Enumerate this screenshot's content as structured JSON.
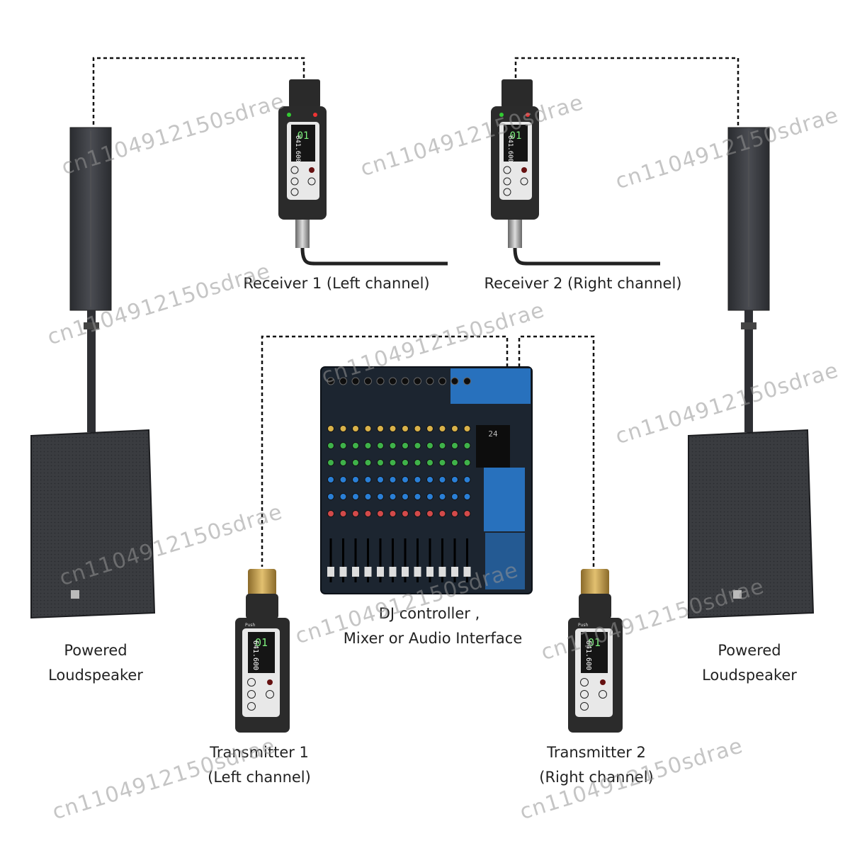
{
  "labels": {
    "receiver1": "Receiver 1 (Left channel)",
    "receiver2": "Receiver 2 (Right channel)",
    "mixer_line1": "DJ controller ,",
    "mixer_line2": "Mixer or Audio Interface",
    "speaker_left_line1": "Powered",
    "speaker_left_line2": "Loudspeaker",
    "speaker_right_line1": "Powered",
    "speaker_right_line2": "Loudspeaker",
    "transmitter1_line1": "Transmitter 1",
    "transmitter1_line2": "(Left channel)",
    "transmitter2_line1": "Transmitter 2",
    "transmitter2_line2": "(Right channel)"
  },
  "device_screen": {
    "receiver_channel": "01",
    "receiver_freq": "641.600",
    "transmitter_channel": "01",
    "transmitter_freq": "641.600",
    "transmitter_top": "Push"
  },
  "mixer_display": "24",
  "watermark": "cn1104912150sdrae",
  "colors": {
    "connection": "#111111",
    "speaker_body": "#3a3c40",
    "device_body": "#2b2b2b",
    "mixer_body": "#1c2530",
    "mixer_accent": "#2a7fd6",
    "connector_gold": "#c9a04a",
    "text": "#222222"
  },
  "icons": [
    "xlr-connector-icon",
    "antenna-icon",
    "button-icon"
  ]
}
